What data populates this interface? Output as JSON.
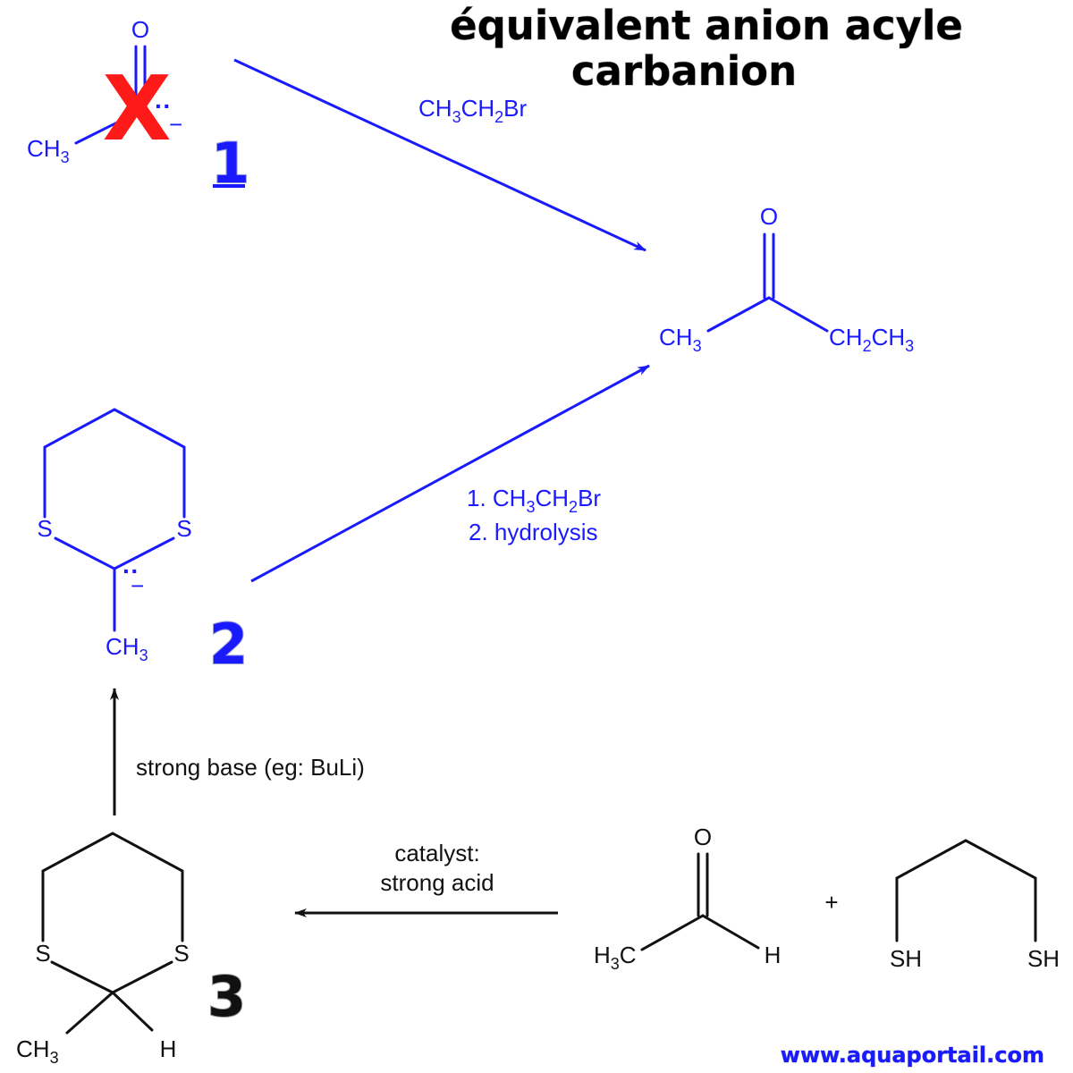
{
  "title": {
    "line1": "équivalent anion acyle",
    "line2": "carbanion"
  },
  "compound1": {
    "number": "1",
    "oxygen": "O",
    "methyl": "CH",
    "methyl_sub": "3",
    "lone_pair": "··",
    "charge": "−",
    "cross_mark": "X",
    "cross_color": "#ff1a1a"
  },
  "reaction1": {
    "reagent_a": "CH",
    "reagent_a_sub": "3",
    "reagent_b": "CH",
    "reagent_b_sub": "2",
    "reagent_c": "Br"
  },
  "product": {
    "oxygen": "O",
    "left": "CH",
    "left_sub": "3",
    "right_a": "CH",
    "right_a_sub": "2",
    "right_b": "CH",
    "right_b_sub": "3"
  },
  "compound2": {
    "number": "2",
    "s_left": "S",
    "s_right": "S",
    "methyl": "CH",
    "methyl_sub": "3",
    "lone_pair": "··",
    "charge": "−"
  },
  "reaction2": {
    "step1_prefix": "1.  CH",
    "step1_sub1": "3",
    "step1_mid": "CH",
    "step1_sub2": "2",
    "step1_end": "Br",
    "step2": "2. hydrolysis"
  },
  "reaction3": {
    "label": "strong base (eg: BuLi)"
  },
  "reaction4": {
    "line1": "catalyst:",
    "line2": "strong acid"
  },
  "compound3": {
    "number": "3",
    "s_left": "S",
    "s_right": "S",
    "methyl": "CH",
    "methyl_sub": "3",
    "hydrogen": "H"
  },
  "acetaldehyde": {
    "oxygen": "O",
    "methyl_h": "H",
    "methyl_sub": "3",
    "methyl_c": "C",
    "hydrogen": "H"
  },
  "plus_sign": "+",
  "propanedithiol": {
    "sh_left": "SH",
    "sh_right": "SH"
  },
  "website": "www.aquaportail.com",
  "colors": {
    "blue": "#1a1aff",
    "black": "#111111",
    "red": "#ff1a1a"
  }
}
